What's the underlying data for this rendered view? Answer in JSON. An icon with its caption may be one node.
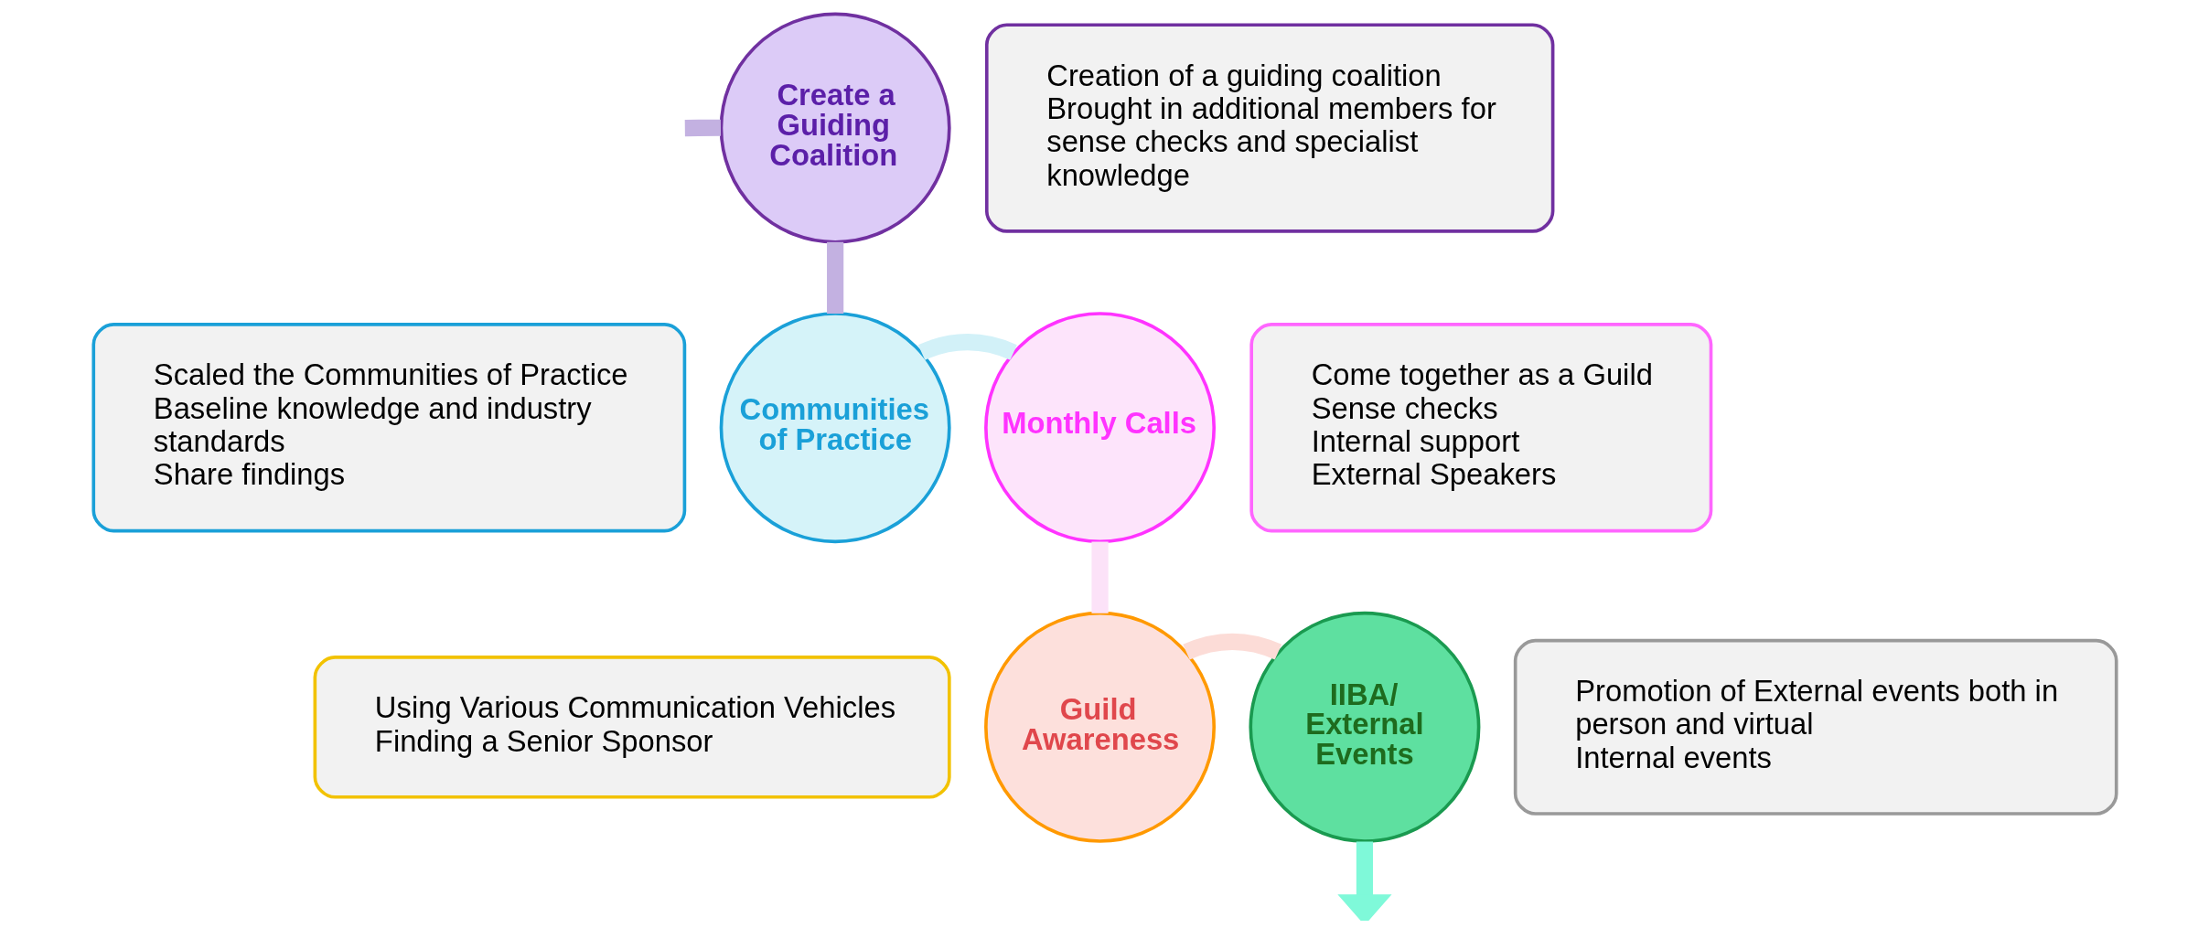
{
  "diagram": {
    "nodes": [
      {
        "text": [
          "Create a Guiding Coalition"
        ]
      },
      {
        "text": [
          "Creation of a guiding coalition",
          "Brought in additional members for sense checks and specialist knowledge"
        ]
      },
      {
        "text": [
          "Scaled the Communities of Practice",
          "Baseline knowledge and industry standards",
          "Share findings"
        ]
      },
      {
        "text": [
          "Communities of Practice"
        ]
      },
      {
        "text": [
          "Monthly Calls"
        ]
      },
      {
        "text": [
          "Come together as a Guild",
          "Sense checks",
          "Internal support",
          "External Speakers"
        ]
      },
      {
        "text": [
          "Using Various Communication Vehicles",
          "Finding a Senior Sponsor"
        ]
      },
      {
        "text": [
          "Guild Awareness"
        ]
      },
      {
        "text": [
          "IIBA/ External Events"
        ]
      },
      {
        "text": [
          "Promotion of External events both in person and virtual",
          "Internal events"
        ]
      }
    ],
    "edges": [
      {
        "from": null,
        "to": 0,
        "arrow": "none",
        "color": "#c3b1e1"
      },
      {
        "from": 0,
        "to": 3,
        "arrow": "none",
        "color": "#c3b1e1"
      },
      {
        "from": 3,
        "to": 4,
        "arrow": "none",
        "color": "#d2f1f8"
      },
      {
        "from": 4,
        "to": 7,
        "arrow": "none",
        "color": "#fce2f8"
      },
      {
        "from": 7,
        "to": 8,
        "arrow": "none",
        "color": "#fcdcd7"
      },
      {
        "from": 8,
        "to": null,
        "arrow": "to",
        "color": "#7ff9d9"
      }
    ]
  }
}
